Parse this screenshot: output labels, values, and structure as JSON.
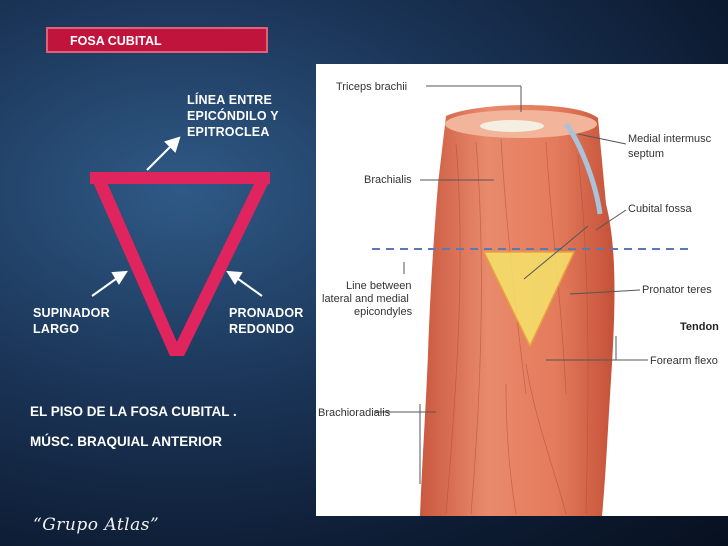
{
  "title": "FOSA CUBITAL",
  "labels": {
    "top": [
      "LÍNEA ENTRE",
      "EPICÓNDILO Y",
      "EPITROCLEA"
    ],
    "left": [
      "SUPINADOR",
      "LARGO"
    ],
    "right": [
      "PRONADOR",
      "REDONDO"
    ]
  },
  "notes": {
    "floor": "EL PISO DE LA FOSA CUBITAL .",
    "muscle": "MÚSC. BRAQUIAL ANTERIOR"
  },
  "footer": "“Grupo Atlas”",
  "anatomy": {
    "triceps": "Triceps brachii",
    "brachialis": "Brachialis",
    "medial_septum": [
      "Medial intermusc",
      "septum"
    ],
    "cubital_fossa": "Cubital fossa",
    "line_between": [
      "Line between",
      "lateral and medial",
      "epicondyles"
    ],
    "pronator": "Pronator teres",
    "tendon": "Tendon",
    "forearm": "Forearm flexo",
    "brachioradialis": "Brachioradialis"
  },
  "colors": {
    "triangle": "#e0245e",
    "title_bg": "#c0143c",
    "muscle": "#e07858",
    "fossa": "#f5e46a"
  }
}
